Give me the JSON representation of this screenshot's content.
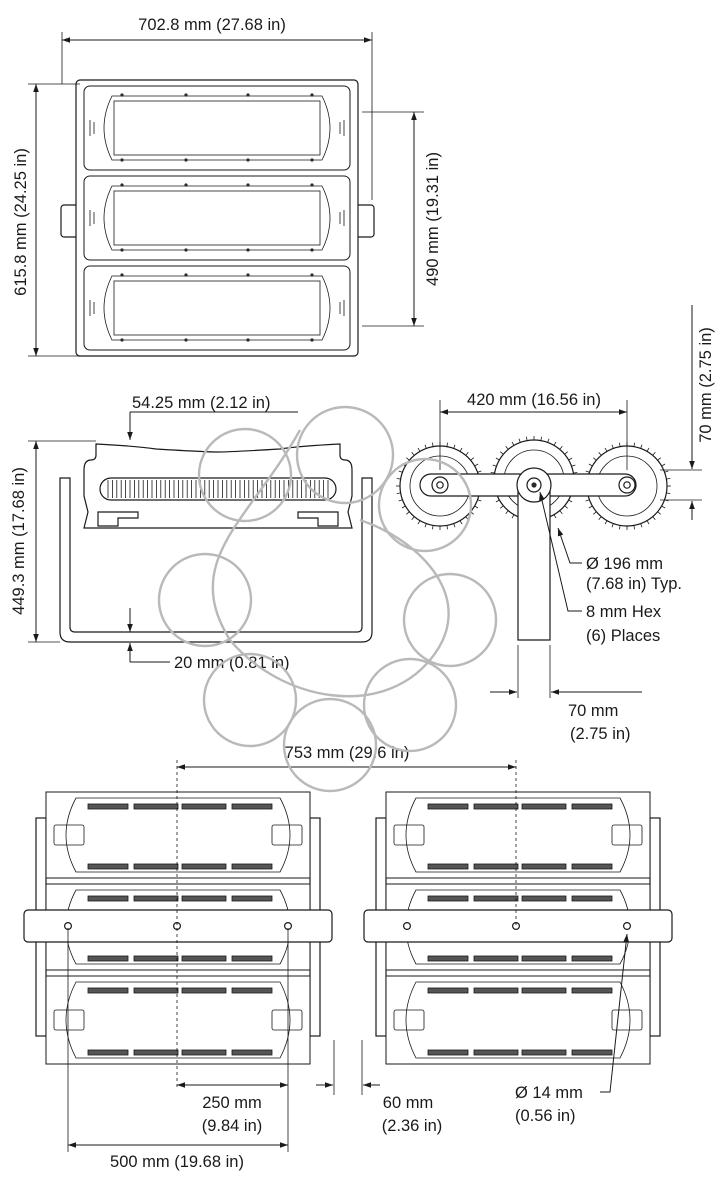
{
  "front_view": {
    "overall_width": "702.8 mm (27.68 in)",
    "overall_height": "615.8 mm (24.25 in)",
    "yoke_pivot_span": "490 mm (19.31 in)"
  },
  "side_view": {
    "bracket_offset": "54.25 mm (2.12 in)",
    "height": "449.3 mm (17.68 in)",
    "yoke_thickness": "20 mm (0.81 in)"
  },
  "top_view": {
    "center_spacing": "420 mm (16.56 in)",
    "diameter_line1": "Ø 196 mm",
    "diameter_line2": "(7.68 in) Typ.",
    "hex_line1": "8 mm Hex",
    "hex_line2": "(6) Places",
    "depth_right": "70 mm (2.75 in)",
    "yoke_width_line1": "70 mm",
    "yoke_width_line2": "(2.75 in)"
  },
  "rear_view": {
    "mount_span": "753 mm (29.6 in)",
    "hole_spacing_line1": "250 mm",
    "hole_spacing_line2": "(9.84 in)",
    "outer_span": "500 mm (19.68 in)",
    "gap_line1": "60 mm",
    "gap_line2": "(2.36 in)",
    "hole_dia_line1": "Ø 14 mm",
    "hole_dia_line2": "(0.56 in)"
  }
}
